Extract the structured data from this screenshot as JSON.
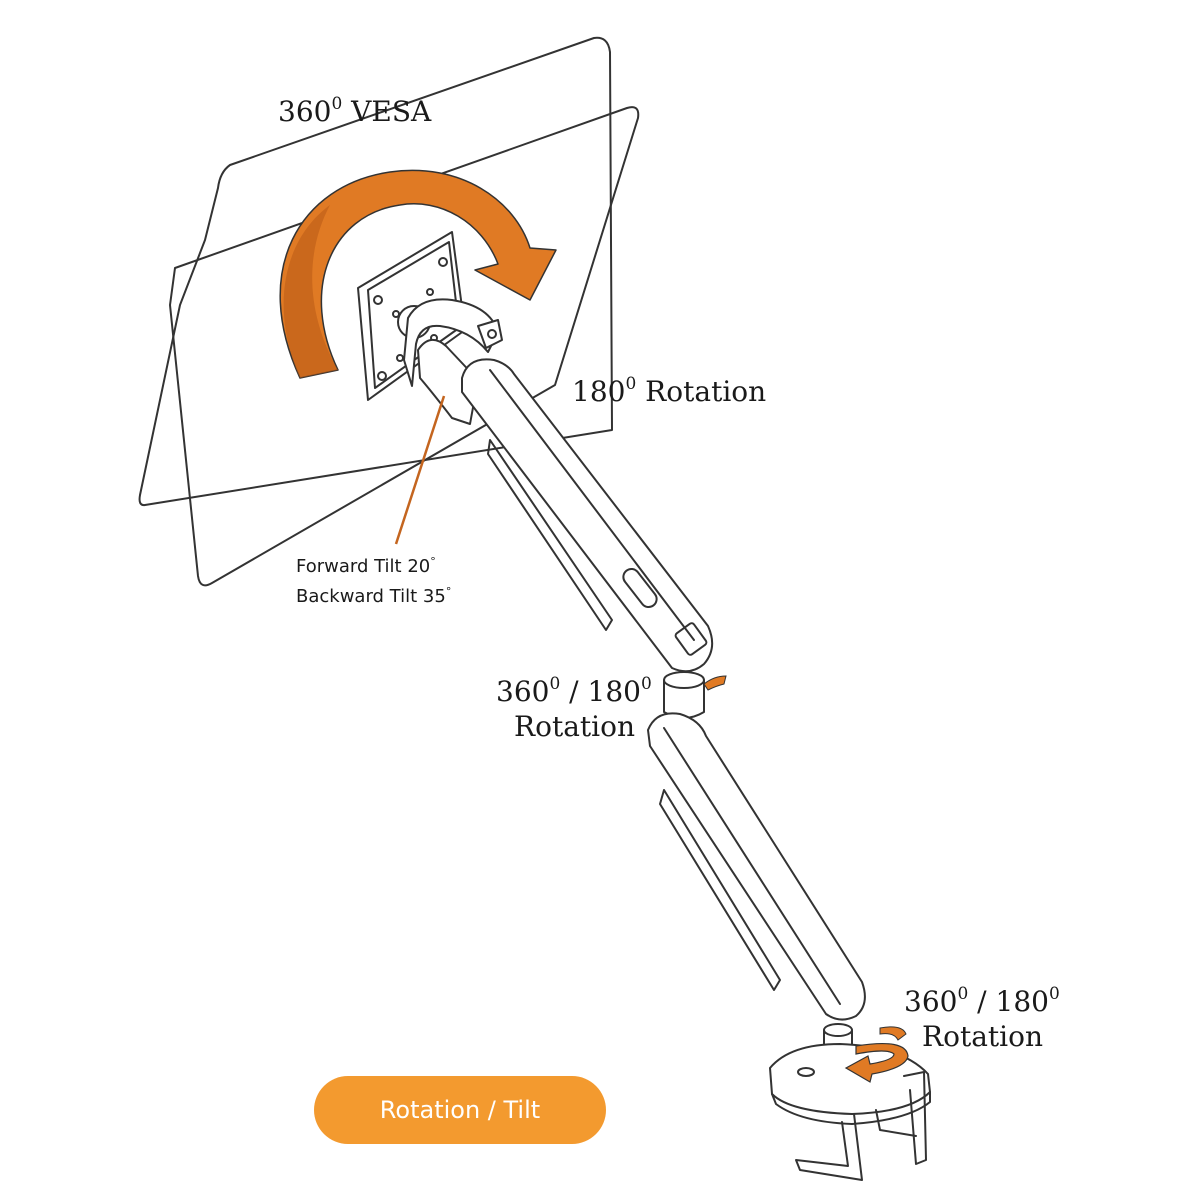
{
  "colors": {
    "accent_arrow": "#e07a24",
    "badge_fill": "#f39a2f",
    "badge_text": "#ffffff",
    "line_art": "#333333",
    "label_text": "#1a1a1a"
  },
  "labels": {
    "vesa": {
      "value": "360",
      "sup": "0",
      "rest": " VESA"
    },
    "arm_top": {
      "value": "180",
      "sup": "0",
      "rest": " Rotation"
    },
    "mid_joint": {
      "v1": "360",
      "s1": "0",
      "mid": " / 180",
      "s2": "0",
      "line2": "Rotation"
    },
    "base_joint": {
      "v1": "360",
      "s1": "0",
      "mid": " / 180",
      "s2": "0",
      "line2": "Rotation"
    },
    "forward_tilt": {
      "text": "Forward Tilt 20",
      "sup": "°"
    },
    "backward_tilt": {
      "text": "Backward Tilt 35",
      "sup": "°"
    }
  },
  "badge": {
    "label": "Rotation / Tilt"
  },
  "icons": {
    "vesa_arrow": "curved-rotation-arrow-icon",
    "mid_arrow": "swivel-arrow-icon",
    "base_arrow": "circular-rotation-arrow-icon"
  }
}
